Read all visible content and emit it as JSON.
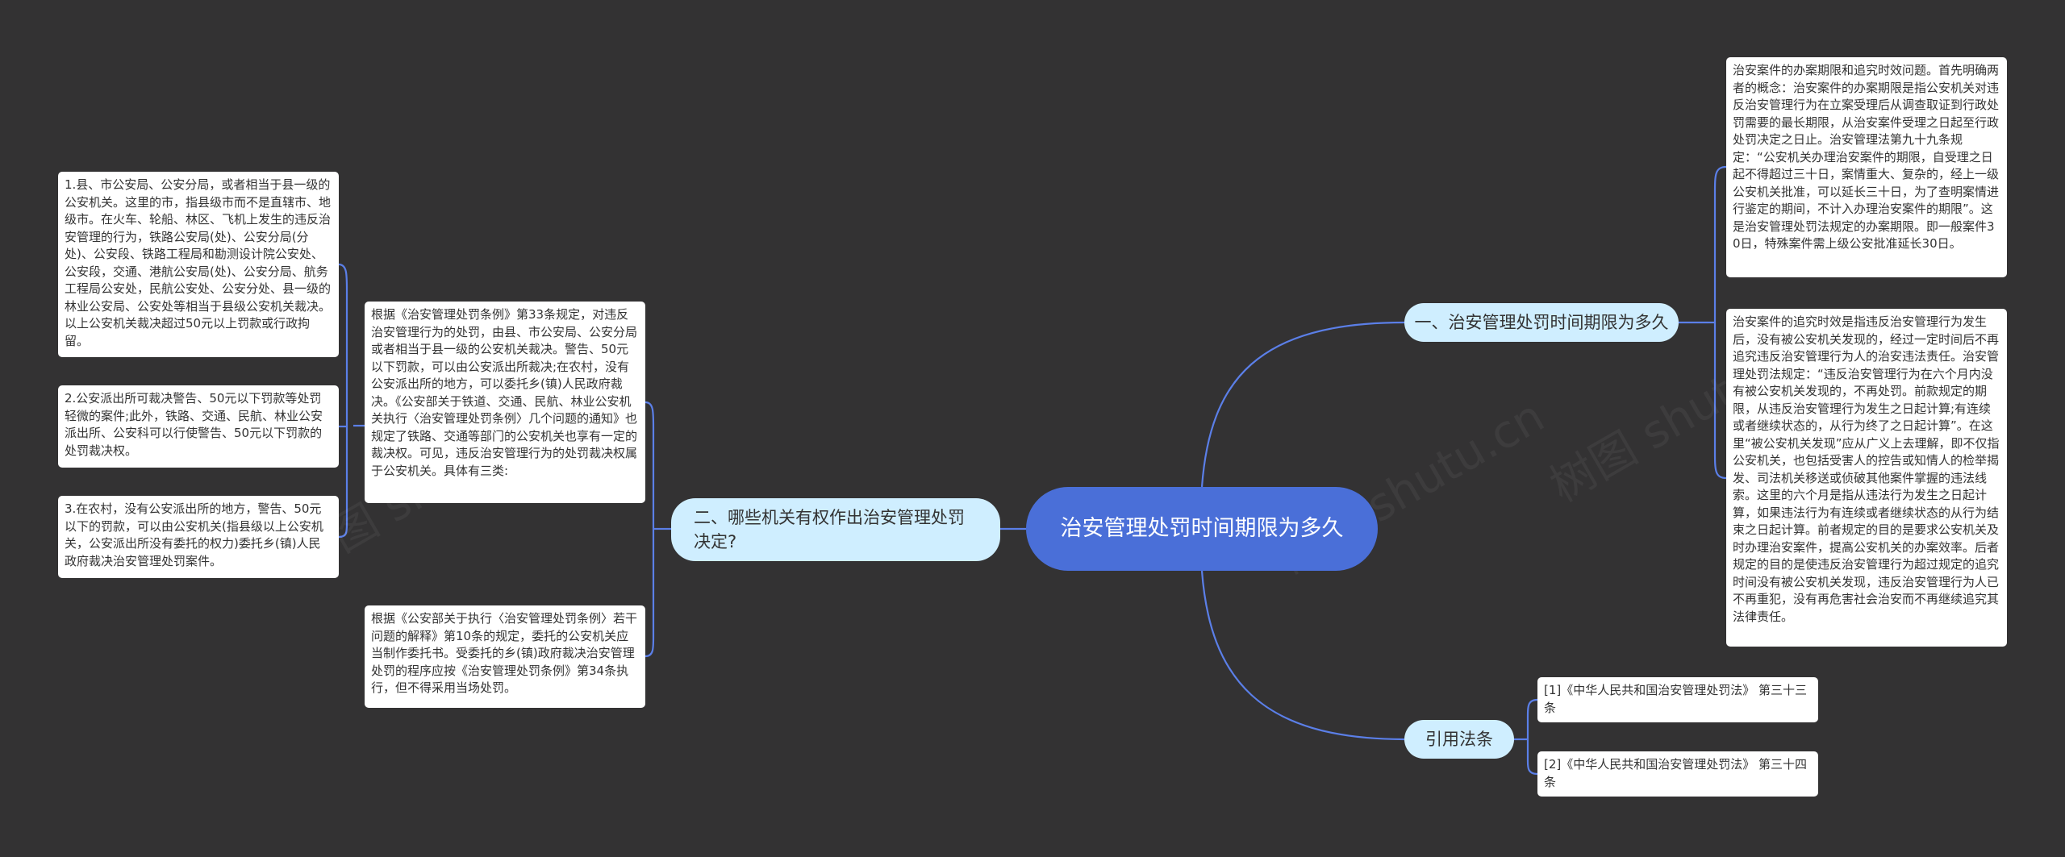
{
  "root": {
    "title": "治安管理处罚时间期限为多久"
  },
  "branches": [
    {
      "label": "一、治安管理处罚时间期限为多久"
    },
    {
      "label": "二、哪些机关有权作出治安管理处罚决定?"
    },
    {
      "label": "引用法条"
    }
  ],
  "branch1_items": [
    "治安案件的办案期限和追究时效问题。首先明确两者的概念：治安案件的办案期限是指公安机关对违反治安管理行为在立案受理后从调查取证到行政处罚需要的最长期限，从治安案件受理之日起至行政处罚决定之日止。治安管理法第九十九条规定：“公安机关办理治安案件的期限，自受理之日起不得超过三十日，案情重大、复杂的，经上一级公安机关批准，可以延长三十日，为了查明案情进行鉴定的期间，不计入办理治安案件的期限”。这是治安管理处罚法规定的办案期限。即一般案件30日，特殊案件需上级公安批准延长30日。",
    "治安案件的追究时效是指违反治安管理行为发生后，没有被公安机关发现的，经过一定时间后不再追究违反治安管理行为人的治安违法责任。治安管理处罚法规定：“违反治安管理行为在六个月内没有被公安机关发现的，不再处罚。前款规定的期限，从违反治安管理行为发生之日起计算;有连续或者继续状态的，从行为终了之日起计算”。在这里“被公安机关发现”应从广义上去理解，即不仅指公安机关，也包括受害人的控告或知情人的检举揭发、司法机关移送或侦破其他案件掌握的违法线索。这里的六个月是指从违法行为发生之日起计算，如果违法行为有连续或者继续状态的从行为结束之日起计算。前者规定的目的是要求公安机关及时办理治安案件，提高公安机关的办案效率。后者规定的目的是使违反治安管理行为超过规定的追究时间没有被公安机关发现，违反治安管理行为人已不再重犯，没有再危害社会治安而不再继续追究其法律责任。"
  ],
  "branch2_items": [
    "根据《治安管理处罚条例》第33条规定，对违反治安管理行为的处罚，由县、市公安局、公安分局或者相当于县一级的公安机关裁决。警告、50元以下罚款，可以由公安派出所裁决;在农村，没有公安派出所的地方，可以委托乡(镇)人民政府裁决。《公安部关于铁道、交通、民航、林业公安机关执行〈治安管理处罚条例〉几个问题的通知》也规定了铁路、交通等部门的公安机关也享有一定的裁决权。可见，违反治安管理行为的处罚裁决权属于公安机关。具体有三类:",
    "根据《公安部关于执行〈治安管理处罚条例〉若干问题的解释》第10条的规定，委托的公安机关应当制作委托书。受委托的乡(镇)政府裁决治安管理处罚的程序应按《治安管理处罚条例》第34条执行，但不得采用当场处罚。"
  ],
  "branch2_sub_items": [
    "1.县、市公安局、公安分局，或者相当于县一级的公安机关。这里的市，指县级市而不是直辖市、地级市。在火车、轮船、林区、飞机上发生的违反治安管理的行为，铁路公安局(处)、公安分局(分处)、公安段、铁路工程局和勘测设计院公安处、公安段，交通、港航公安局(处)、公安分局、航务工程局公安处，民航公安处、公安分处、县一级的林业公安局、公安处等相当于县级公安机关裁决。以上公安机关裁决超过50元以上罚款或行政拘留。",
    "2.公安派出所可裁决警告、50元以下罚款等处罚轻微的案件;此外，铁路、交通、民航、林业公安派出所、公安科可以行使警告、50元以下罚款的处罚裁决权。",
    "3.在农村，没有公安派出所的地方，警告、50元以下的罚款，可以由公安机关(指县级以上公安机关，公安派出所没有委托的权力)委托乡(镇)人民政府裁决治安管理处罚案件。"
  ],
  "branch3_items": [
    "[1]《中华人民共和国治安管理处罚法》 第三十三条",
    "[2]《中华人民共和国治安管理处罚法》 第三十四条"
  ],
  "colors": {
    "background": "#333233",
    "root": "#4a6fd8",
    "branch": "#cfeeff",
    "leaf": "#ffffff",
    "link": "#5b7fe8"
  }
}
